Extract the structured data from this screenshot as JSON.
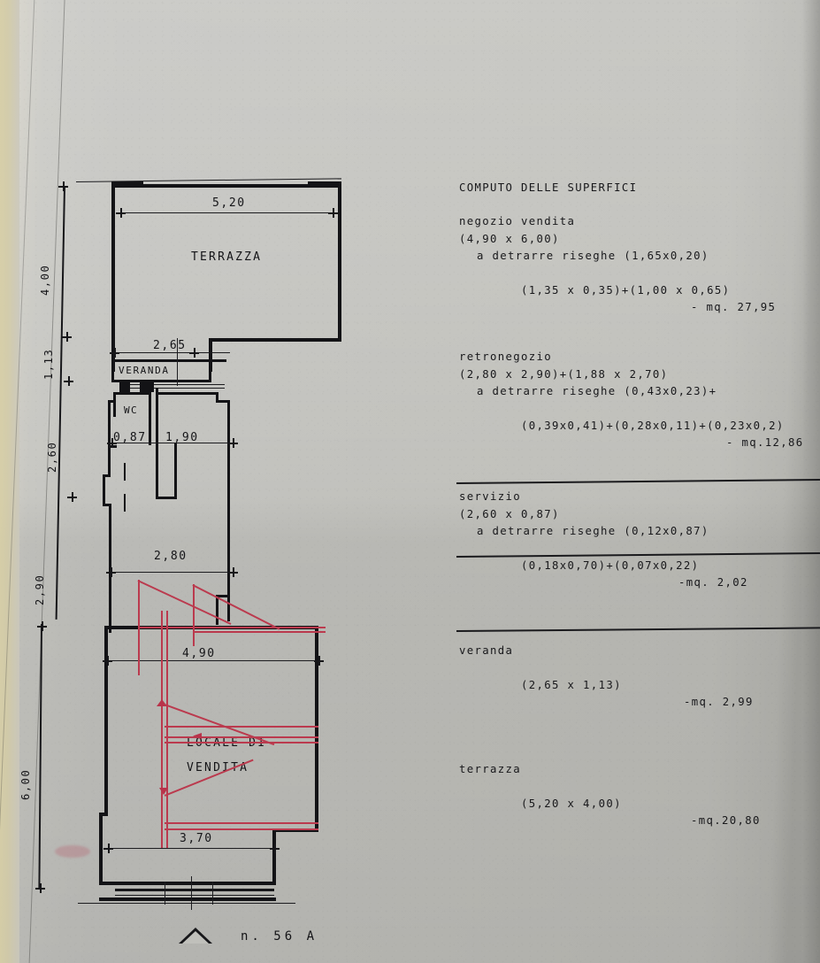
{
  "document": {
    "type": "planimetria-catastale",
    "sheet_number": "n. 56 A"
  },
  "computation": {
    "title": "COMPUTO DELLE SUPERFICI",
    "blocks": [
      {
        "name": "negozio vendita",
        "lines": [
          {
            "text": "negozio vendita"
          },
          {
            "text": "(4,90 x 6,00)"
          },
          {
            "text": "a detrarre riseghe (1,65x0,20)",
            "indent": true
          },
          {
            "text": "(1,35 x 0,35)+(1,00 x 0,65)",
            "result": "- mq. 27,95"
          }
        ]
      },
      {
        "name": "retronegozio",
        "lines": [
          {
            "text": "retronegozio"
          },
          {
            "text": "(2,80 x 2,90)+(1,88 x 2,70)"
          },
          {
            "text": "a detrarre riseghe (0,43x0,23)+",
            "indent": true
          },
          {
            "text": "(0,39x0,41)+(0,28x0,11)+(0,23x0,2)",
            "result": "- mq.12,86"
          }
        ]
      },
      {
        "name": "servizio",
        "lines": [
          {
            "text": "servizio"
          },
          {
            "text": "(2,60 x 0,87)"
          },
          {
            "text": "a detrarre riseghe (0,12x0,87)",
            "indent": true
          },
          {
            "text": "(0,18x0,70)+(0,07x0,22)",
            "result": "-mq. 2,02"
          }
        ]
      },
      {
        "name": "veranda",
        "lines": [
          {
            "text": "veranda"
          },
          {
            "text": "(2,65 x 1,13)",
            "result": "-mq. 2,99"
          }
        ]
      },
      {
        "name": "terrazza",
        "lines": [
          {
            "text": "terrazza"
          },
          {
            "text": "(5,20 x 4,00)",
            "result": "-mq.20,80"
          }
        ]
      }
    ]
  },
  "plan": {
    "rooms": [
      {
        "id": "terrazza",
        "label": "TERRAZZA"
      },
      {
        "id": "veranda",
        "label": "VERANDA"
      },
      {
        "id": "wc",
        "label": "WC"
      },
      {
        "id": "locale-vendita-1",
        "label": "LOCALE DI"
      },
      {
        "id": "locale-vendita-2",
        "label": "VENDITA"
      }
    ],
    "dimensions_horizontal": [
      {
        "id": "terrazza-width",
        "value": "5,20"
      },
      {
        "id": "veranda-width",
        "value": "2,65"
      },
      {
        "id": "wc-width",
        "value": "0,87"
      },
      {
        "id": "retro-width",
        "value": "1,90"
      },
      {
        "id": "retro-total-width",
        "value": "2,80"
      },
      {
        "id": "negozio-width",
        "value": "4,90"
      },
      {
        "id": "negozio-front-width",
        "value": "3,70"
      }
    ],
    "dimensions_vertical": [
      {
        "id": "terrazza-depth",
        "value": "4,00"
      },
      {
        "id": "veranda-depth",
        "value": "1,13"
      },
      {
        "id": "servizio-depth",
        "value": "2,60"
      },
      {
        "id": "retro-depth",
        "value": "2,90"
      },
      {
        "id": "negozio-depth",
        "value": "6,00"
      }
    ]
  },
  "colors": {
    "ink": "#17171a",
    "annotation_red": "#b8334a",
    "paper": "#c0c0bb"
  }
}
